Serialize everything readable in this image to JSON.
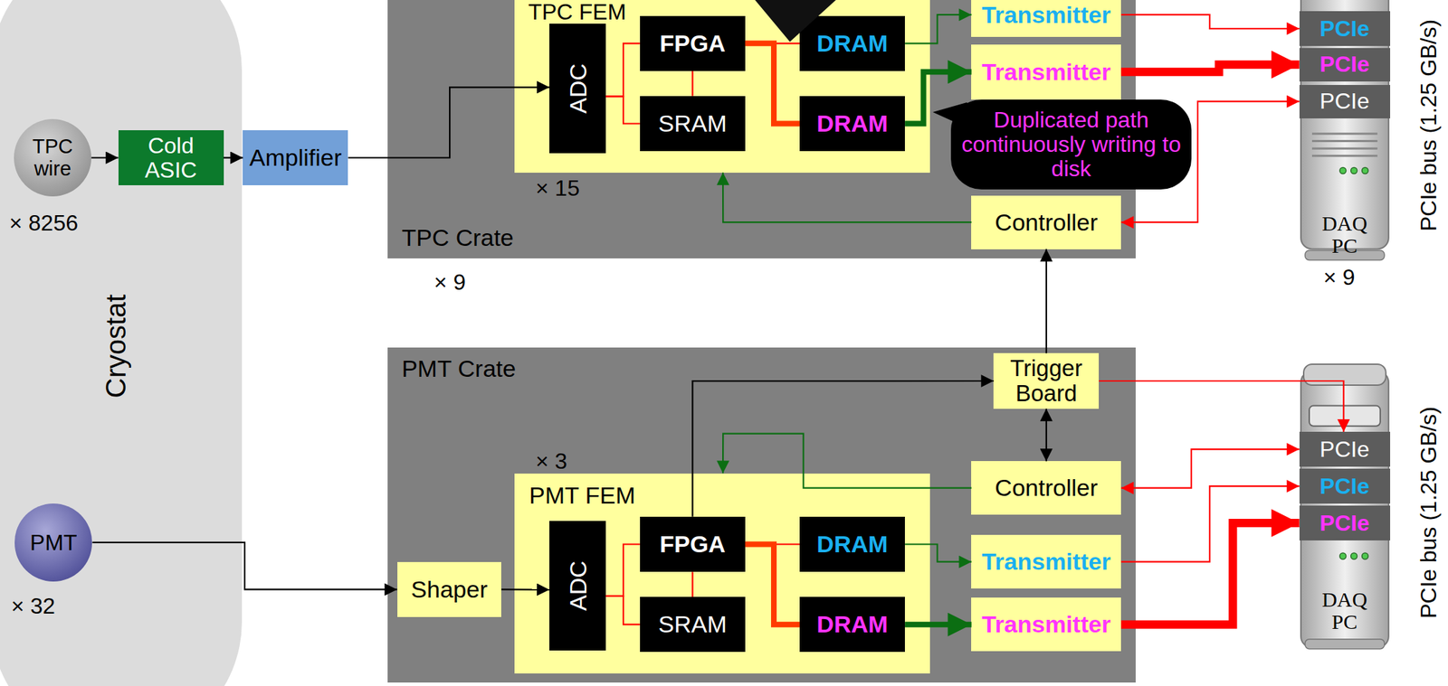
{
  "diagram": {
    "nodes": [
      {
        "text": [
          "Cryostat"
        ]
      },
      {
        "text": [
          "TPC wire"
        ],
        "in": 0
      },
      {
        "text": [
          "Cold ASIC"
        ],
        "in": 0
      },
      {
        "text": [
          "PMT"
        ],
        "in": 0
      },
      {
        "text": [
          "Amplifier"
        ]
      },
      {
        "text": [
          "TPC Crate"
        ]
      },
      {
        "text": [
          "TPC FEM"
        ],
        "in": 5
      },
      {
        "text": [
          "ADC"
        ],
        "in": 6
      },
      {
        "text": [
          "FPGA"
        ],
        "in": 6
      },
      {
        "text": [
          "SRAM"
        ],
        "in": 6
      },
      {
        "text": [
          "DRAM"
        ],
        "in": 6
      },
      {
        "text": [
          "DRAM"
        ],
        "in": 6
      },
      {
        "text": [
          "Transmitter"
        ],
        "in": 5
      },
      {
        "text": [
          "Transmitter"
        ],
        "in": 5
      },
      {
        "text": [
          "Duplicated path continuously writing to disk"
        ]
      },
      {
        "text": [
          "Controller"
        ],
        "in": 5
      },
      {
        "text": [
          "DAQ PC"
        ]
      },
      {
        "text": [
          "PCIe"
        ],
        "in": 16
      },
      {
        "text": [
          "PCIe"
        ],
        "in": 16
      },
      {
        "text": [
          "PCIe"
        ],
        "in": 16
      },
      {
        "text": [
          "PMT Crate"
        ]
      },
      {
        "text": [
          "Trigger Board"
        ],
        "in": 20
      },
      {
        "text": [
          "PMT FEM"
        ],
        "in": 20
      },
      {
        "text": [
          "Shaper"
        ],
        "in": 20
      },
      {
        "text": [
          "ADC"
        ],
        "in": 22
      },
      {
        "text": [
          "FPGA"
        ],
        "in": 22
      },
      {
        "text": [
          "SRAM"
        ],
        "in": 22
      },
      {
        "text": [
          "DRAM"
        ],
        "in": 22
      },
      {
        "text": [
          "DRAM"
        ],
        "in": 22
      },
      {
        "text": [
          "Controller"
        ],
        "in": 20
      },
      {
        "text": [
          "Transmitter"
        ],
        "in": 20
      },
      {
        "text": [
          "Transmitter"
        ],
        "in": 20
      },
      {
        "text": [
          "DAQ PC"
        ]
      },
      {
        "text": [
          "PCIe"
        ],
        "in": 32
      },
      {
        "text": [
          "PCIe"
        ],
        "in": 32
      },
      {
        "text": [
          "PCIe"
        ],
        "in": 32
      }
    ],
    "edges": [
      {
        "from": 1,
        "to": 2,
        "arrow": "to"
      },
      {
        "from": 2,
        "to": 4,
        "arrow": "to"
      },
      {
        "from": 4,
        "to": 7,
        "arrow": "to"
      },
      {
        "from": 7,
        "to": 8,
        "arrow": "none"
      },
      {
        "from": 7,
        "to": 9,
        "arrow": "none"
      },
      {
        "from": 8,
        "to": 9,
        "arrow": "none"
      },
      {
        "from": 8,
        "to": 10,
        "arrow": "none"
      },
      {
        "from": 8,
        "to": 11,
        "arrow": "none"
      },
      {
        "from": 10,
        "to": 12,
        "arrow": "to"
      },
      {
        "from": 11,
        "to": 13,
        "arrow": "to"
      },
      {
        "from": 12,
        "to": 17,
        "arrow": "to"
      },
      {
        "from": 13,
        "to": 18,
        "arrow": "to"
      },
      {
        "from": 19,
        "to": 15,
        "arrow": "both"
      },
      {
        "from": 15,
        "to": 6,
        "arrow": "to"
      },
      {
        "from": 21,
        "to": 15,
        "arrow": "to"
      },
      {
        "from": 21,
        "to": 29,
        "arrow": "both"
      },
      {
        "from": 21,
        "to": 33,
        "arrow": "to"
      },
      {
        "from": 29,
        "to": 33,
        "arrow": "both"
      },
      {
        "from": 30,
        "to": 34,
        "arrow": "to"
      },
      {
        "from": 31,
        "to": 35,
        "arrow": "to"
      },
      {
        "from": 29,
        "to": 22,
        "arrow": "to"
      },
      {
        "from": 25,
        "to": 21,
        "arrow": "to"
      },
      {
        "from": 3,
        "to": 23,
        "arrow": "to"
      },
      {
        "from": 23,
        "to": 24,
        "arrow": "to"
      },
      {
        "from": 24,
        "to": 25,
        "arrow": "none"
      },
      {
        "from": 24,
        "to": 26,
        "arrow": "none"
      },
      {
        "from": 25,
        "to": 26,
        "arrow": "none"
      },
      {
        "from": 25,
        "to": 27,
        "arrow": "none"
      },
      {
        "from": 25,
        "to": 28,
        "arrow": "none"
      },
      {
        "from": 27,
        "to": 30,
        "arrow": "to"
      },
      {
        "from": 28,
        "to": 31,
        "arrow": "to"
      }
    ],
    "labels": [
      "× 8256",
      "× 32",
      "× 15",
      "× 9",
      "× 9",
      "× 3",
      "PCIe bus (1.25 GB/s)",
      "PCIe bus (1.25 GB/s)"
    ]
  }
}
